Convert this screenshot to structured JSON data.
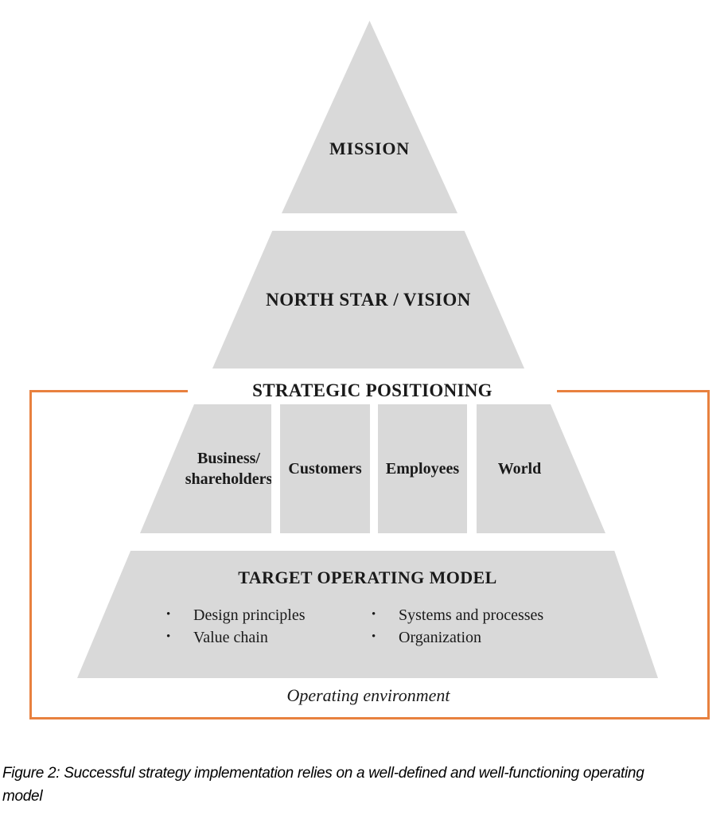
{
  "figure": {
    "pyramid": {
      "level1": {
        "label": "MISSION"
      },
      "level2": {
        "label": "NORTH STAR / VISION"
      },
      "level3": {
        "label": "STRATEGIC POSITIONING",
        "segments": [
          {
            "label": "Business/\nshareholders"
          },
          {
            "label": "Customers"
          },
          {
            "label": "Employees"
          },
          {
            "label": "World"
          }
        ]
      },
      "level4": {
        "label": "TARGET OPERATING MODEL",
        "bullet_char": "•",
        "bullets_left": [
          "Design principles",
          "Value chain"
        ],
        "bullets_right": [
          "Systems and processes",
          "Organization"
        ]
      },
      "environment_label": "Operating environment"
    },
    "caption": {
      "lines": [
        "Figure 2: Successful strategy implementation relies on a well-defined and well-functioning operating",
        "model"
      ]
    },
    "colors": {
      "shape_fill": "#d9d9d9",
      "outline_orange": "#e8813f",
      "text": "#1a1a1a"
    }
  }
}
